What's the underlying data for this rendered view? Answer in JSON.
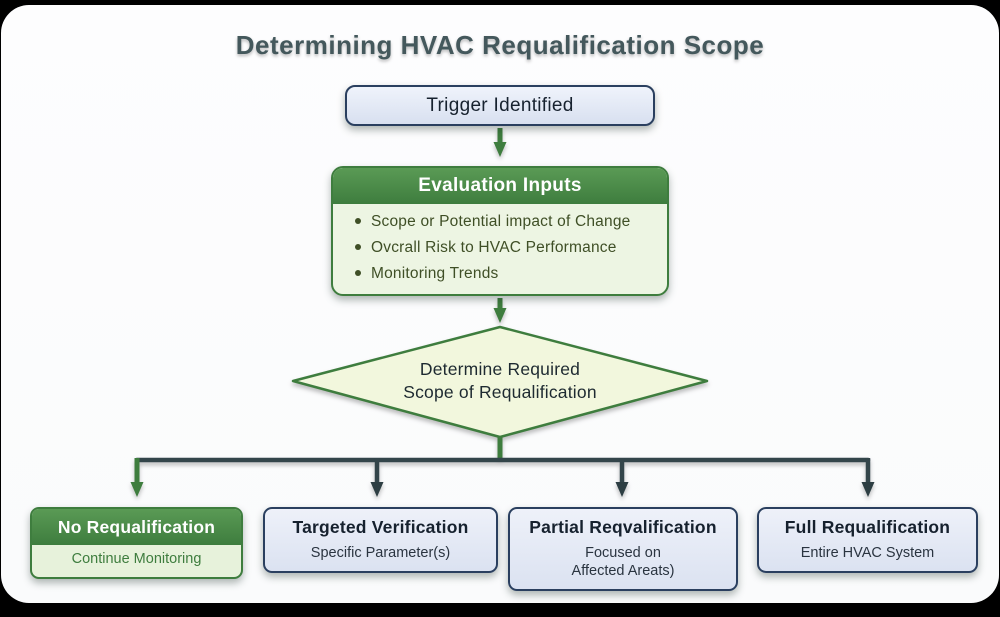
{
  "title": "Determining HVAC Requalification Scope",
  "flow": {
    "trigger": "Trigger Identified",
    "evaluation": {
      "header": "Evaluation Inputs",
      "bullets": [
        "Scope or Potential impact of Change",
        "Ovcrall Risk to HVAC Performance",
        "Monitoring Trends"
      ]
    },
    "decision": "Determine Required\nScope of Requalification",
    "outcomes": [
      {
        "title": "No Requalification",
        "subtitle": "Continue Monitoring"
      },
      {
        "title": "Targeted Verification",
        "subtitle": "Specific Parameter(s)"
      },
      {
        "title": "Partial Reqvalification",
        "subtitle": "Focused on\nAffected Areats)"
      },
      {
        "title": "Full Requalification",
        "subtitle": "Entire HVAC System"
      }
    ]
  },
  "colors": {
    "arrow_green": "#3e7d3e",
    "arrow_slate": "#33454a",
    "green_header": "#4a8c4a",
    "eval_fill": "#edf5e3",
    "diamond_fill": "#f2f7dd",
    "diamond_border": "#3e7d3e",
    "blue_box_fill": "#e4eaf6",
    "blue_box_border": "#2a3f5f",
    "title_color": "#44585c"
  }
}
